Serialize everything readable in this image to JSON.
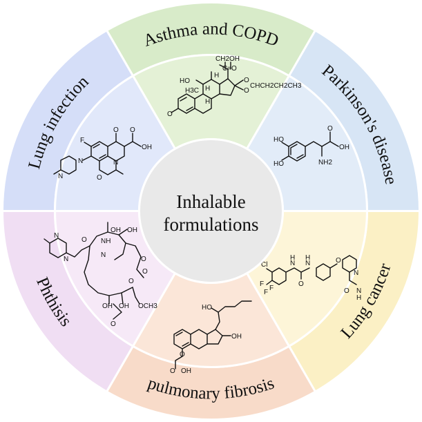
{
  "center": {
    "line1": "Inhalable",
    "line2": "formulations"
  },
  "segments": [
    {
      "label": "Asthma and COPD",
      "outer_color": "#d8ebc9",
      "inner_color": "#e4f1d6"
    },
    {
      "label": "Parkinson's disease",
      "outer_color": "#d7e5f5",
      "inner_color": "#e2ecf8"
    },
    {
      "label": "Lung cancer",
      "outer_color": "#fbf0c5",
      "inner_color": "#fdf5d8"
    },
    {
      "label": "pulmonary fibrosis",
      "outer_color": "#f8dbc9",
      "inner_color": "#fbe6d8"
    },
    {
      "label": "Phthisis",
      "outer_color": "#f0def3",
      "inner_color": "#f6e9f7"
    },
    {
      "label": "Lung infection",
      "outer_color": "#d5def8",
      "inner_color": "#e1e8fa"
    }
  ],
  "molecules": {
    "asthma": {
      "atoms": [
        "CH2OH",
        "C=O",
        "HO",
        "H3C",
        "H",
        "O",
        "O",
        "CHCH2CH2CH3",
        "O",
        "H",
        "H"
      ]
    },
    "parkinson": {
      "atoms": [
        "HO",
        "HO",
        "O",
        "OH",
        "NH2"
      ]
    },
    "lung_cancer": {
      "atoms": [
        "Cl",
        "F",
        "F",
        "F",
        "N",
        "N",
        "H",
        "H",
        "O",
        "O",
        "N",
        "N",
        "O",
        "H"
      ]
    },
    "fibrosis": {
      "atoms": [
        "HO",
        "OH",
        "O",
        "O",
        "OH"
      ]
    },
    "phthisis": {
      "atoms": [
        "N",
        "N",
        "OH",
        "OH",
        "O",
        "O",
        "NH",
        "O",
        "N",
        "O",
        "OH",
        "OH",
        "O",
        "O",
        "OCH3"
      ]
    },
    "lung_infection": {
      "atoms": [
        "O",
        "O",
        "F",
        "OH",
        "N",
        "N",
        "N",
        "O"
      ]
    }
  },
  "colors": {
    "center_fill": "#e9e9e9",
    "divider": "#ffffff",
    "ink": "#111111"
  }
}
